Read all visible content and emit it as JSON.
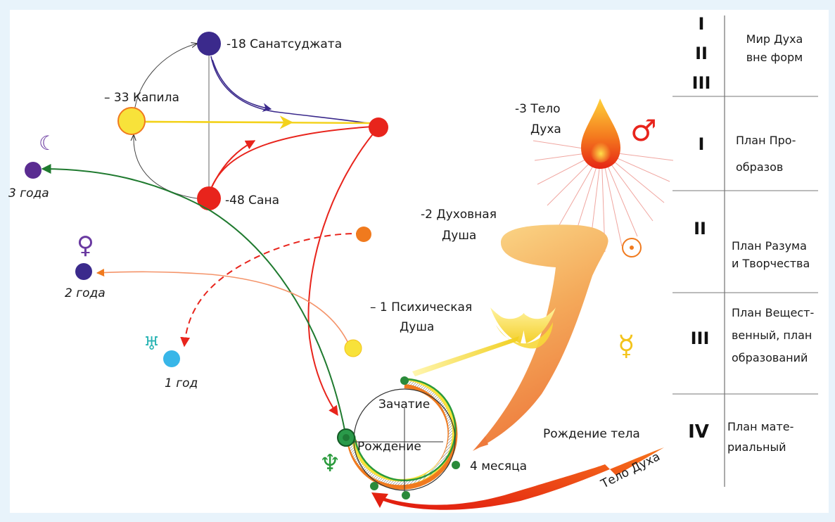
{
  "nodes": {
    "sanatsujata": "-18 Санатсуджата",
    "kapila": "– 33 Капила",
    "sana": "-48 Сана",
    "body_spirit": [
      "-3 Тело",
      "Духа"
    ],
    "spiritual_soul": [
      "-2 Духовная",
      "Душа"
    ],
    "psychic_soul": [
      "– 1  Психическая",
      "Душа"
    ]
  },
  "ages": {
    "three_years": "3 года",
    "two_years": "2 года",
    "one_year": "1 год"
  },
  "cycle": {
    "conception": "Зачатие",
    "birth": "Рождение",
    "four_months": "4 месяца",
    "body_birth": "Рождение тела",
    "spirit_body": "Тело Духа"
  },
  "table": {
    "rows": [
      {
        "numeral": [
          "I",
          "II",
          "III"
        ],
        "text": [
          "Мир Духа",
          "вне форм"
        ]
      },
      {
        "numeral": [
          "I"
        ],
        "text": [
          "План Про-",
          "образов"
        ]
      },
      {
        "numeral": [
          "II"
        ],
        "text": [
          "План Разума",
          "и Творчества"
        ]
      },
      {
        "numeral": [
          "III"
        ],
        "text": [
          "План Вещест-",
          "венный, план",
          "образований"
        ]
      },
      {
        "numeral": [
          "IV"
        ],
        "text": [
          "План мате-",
          "риальный"
        ]
      }
    ]
  },
  "symbols": {
    "mars": "♂",
    "sun": "☉",
    "mercury": "☿",
    "venus": "♀",
    "moon": "☾",
    "uranus": "♅",
    "neptune": "♆"
  },
  "colors": {
    "indigo": "#3b2a8c",
    "red": "#e8241c",
    "yellow": "#f7e23b",
    "orange": "#f07a1e",
    "green": "#2a9a3c",
    "purple": "#5a2c91",
    "cyan": "#38b6e8"
  }
}
